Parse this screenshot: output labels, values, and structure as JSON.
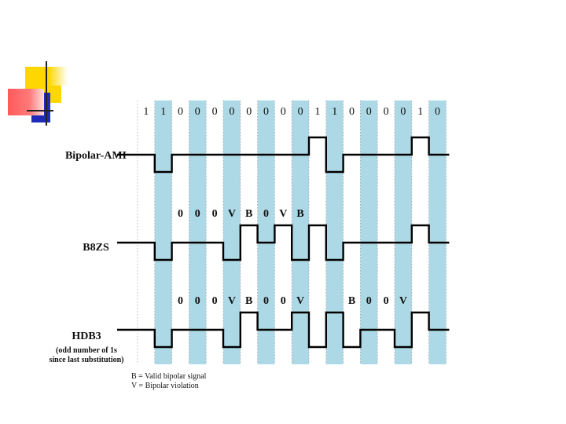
{
  "colors": {
    "band": "#add8e6",
    "deco_yellow": "#ffd700",
    "deco_red": "#ff5a5a",
    "deco_blue": "#1f2bb8"
  },
  "bits": [
    "1",
    "1",
    "0",
    "0",
    "0",
    "0",
    "0",
    "0",
    "0",
    "0",
    "1",
    "1",
    "0",
    "0",
    "0",
    "0",
    "1",
    "0"
  ],
  "shaded_slots": [
    1,
    3,
    5,
    7,
    9,
    11,
    13,
    15,
    17
  ],
  "signals": [
    {
      "id": "ami",
      "label": "Bipolar-AMI",
      "note": [],
      "levels": [
        0,
        -1,
        0,
        0,
        0,
        0,
        0,
        0,
        0,
        0,
        1,
        -1,
        0,
        0,
        0,
        0,
        1,
        0
      ],
      "substitution": []
    },
    {
      "id": "b8zs",
      "label": "B8ZS",
      "note": [],
      "levels": [
        0,
        -1,
        0,
        0,
        0,
        -1,
        1,
        0,
        1,
        -1,
        1,
        -1,
        0,
        0,
        0,
        0,
        1,
        0
      ],
      "substitution": [
        {
          "slot": 2,
          "text": "0"
        },
        {
          "slot": 3,
          "text": "0"
        },
        {
          "slot": 4,
          "text": "0"
        },
        {
          "slot": 5,
          "text": "V"
        },
        {
          "slot": 6,
          "text": "B"
        },
        {
          "slot": 7,
          "text": "0"
        },
        {
          "slot": 8,
          "text": "V"
        },
        {
          "slot": 9,
          "text": "B"
        }
      ]
    },
    {
      "id": "hdb3",
      "label": "HDB3",
      "note": [
        "(odd number of 1s",
        "since last substitution)"
      ],
      "levels": [
        0,
        -1,
        0,
        0,
        0,
        -1,
        1,
        0,
        0,
        1,
        -1,
        1,
        -1,
        0,
        0,
        -1,
        1,
        0
      ],
      "substitution": [
        {
          "slot": 2,
          "text": "0"
        },
        {
          "slot": 3,
          "text": "0"
        },
        {
          "slot": 4,
          "text": "0"
        },
        {
          "slot": 5,
          "text": "V"
        },
        {
          "slot": 6,
          "text": "B"
        },
        {
          "slot": 7,
          "text": "0"
        },
        {
          "slot": 8,
          "text": "0"
        },
        {
          "slot": 9,
          "text": "V"
        },
        {
          "slot": 12,
          "text": "B"
        },
        {
          "slot": 13,
          "text": "0"
        },
        {
          "slot": 14,
          "text": "0"
        },
        {
          "slot": 15,
          "text": "V"
        }
      ]
    }
  ],
  "legend": [
    "B = Valid bipolar signal",
    "V = Bipolar violation"
  ]
}
